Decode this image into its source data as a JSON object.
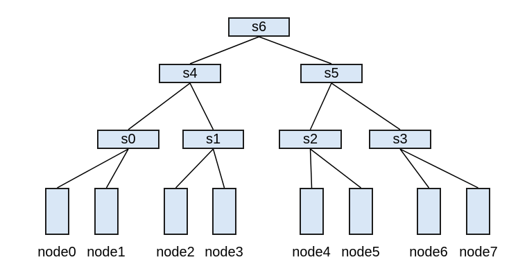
{
  "diagram": {
    "type": "tree",
    "colors": {
      "background": "#ffffff",
      "node_fill": "#d9e7f6",
      "node_border": "#1c1c1c",
      "edge_color": "#000000",
      "label_color": "#000000"
    },
    "internal_nodes": [
      {
        "id": "s6",
        "label": "s6",
        "children": [
          "s4",
          "s5"
        ]
      },
      {
        "id": "s4",
        "label": "s4",
        "children": [
          "s0",
          "s1"
        ]
      },
      {
        "id": "s5",
        "label": "s5",
        "children": [
          "s2",
          "s3"
        ]
      },
      {
        "id": "s0",
        "label": "s0",
        "children": [
          "node0",
          "node1"
        ]
      },
      {
        "id": "s1",
        "label": "s1",
        "children": [
          "node2",
          "node3"
        ]
      },
      {
        "id": "s2",
        "label": "s2",
        "children": [
          "node4",
          "node5"
        ]
      },
      {
        "id": "s3",
        "label": "s3",
        "children": [
          "node6",
          "node7"
        ]
      }
    ],
    "leaf_nodes": [
      {
        "id": "node0",
        "label": "node0"
      },
      {
        "id": "node1",
        "label": "node1"
      },
      {
        "id": "node2",
        "label": "node2"
      },
      {
        "id": "node3",
        "label": "node3"
      },
      {
        "id": "node4",
        "label": "node4"
      },
      {
        "id": "node5",
        "label": "node5"
      },
      {
        "id": "node6",
        "label": "node6"
      },
      {
        "id": "node7",
        "label": "node7"
      }
    ]
  }
}
